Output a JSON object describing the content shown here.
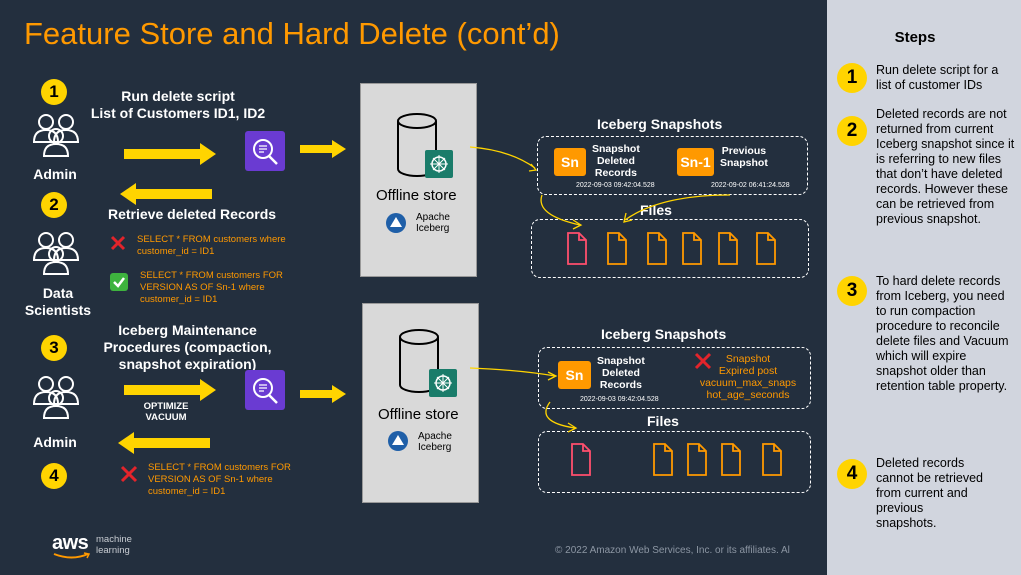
{
  "title": "Feature Store and Hard Delete (cont’d)",
  "footer": "© 2022 Amazon Web Services, Inc. or its affiliates. Al",
  "aws_logo": {
    "brand": "aws",
    "line1": "machine",
    "line2": "learning"
  },
  "colors": {
    "background": "#232f3e",
    "accent": "#ff9900",
    "badge": "#ffd400",
    "deleted": "#ff4f6d",
    "sidebar": "#d1d5de"
  },
  "left": {
    "n1": "1",
    "n2": "2",
    "n3": "3",
    "n4": "4",
    "admin1": "Admin",
    "data_sci_1": "Data",
    "data_sci_2": "Scientists",
    "admin2": "Admin"
  },
  "top": {
    "run_delete_1": "Run delete script",
    "run_delete_2": "List of Customers ID1, ID2",
    "retrieve": "Retrieve deleted Records",
    "sql_fail_1": "SELECT * FROM customers where",
    "sql_fail_2": "customer_id = ID1",
    "sql_ok_1": "SELECT * FROM customers FOR",
    "sql_ok_2": "VERSION AS OF Sn-1 where",
    "sql_ok_3": "customer_id = ID1",
    "store": "Offline store",
    "ice_1": "Apache",
    "ice_2": "Iceberg",
    "snapshots_title": "Iceberg Snapshots",
    "sn": "Sn",
    "sn_name_1": "Snapshot",
    "sn_name_2": "Deleted",
    "sn_name_3": "Records",
    "sn_ts": "2022-09-03 09:42:04.528",
    "sn1": "Sn-1",
    "sn1_name_1": "Previous",
    "sn1_name_2": "Snapshot",
    "sn1_ts": "2022-09-02 06:41:24.528",
    "files_title": "Files"
  },
  "bottom": {
    "maint_1": "Iceberg Maintenance",
    "maint_2": "Procedures (compaction,",
    "maint_3": "snapshot expiration)",
    "optimize_1": "OPTIMIZE",
    "optimize_2": "VACUUM",
    "sql_1": "SELECT * FROM customers FOR",
    "sql_2": "VERSION AS OF Sn-1 where",
    "sql_3": "customer_id = ID1",
    "store": "Offline store",
    "ice_1": "Apache",
    "ice_2": "Iceberg",
    "snapshots_title": "Iceberg Snapshots",
    "sn": "Sn",
    "sn_name_1": "Snapshot",
    "sn_name_2": "Deleted",
    "sn_name_3": "Records",
    "sn_ts": "2022-09-03 09:42:04.528",
    "expired_1": "Snapshot",
    "expired_2": "Expired post",
    "expired_3": "vacuum_max_snaps",
    "expired_4": "hot_age_seconds",
    "files_title": "Files"
  },
  "steps": {
    "title": "Steps",
    "items": [
      {
        "n": "1",
        "text": "Run delete script for a list of customer IDs"
      },
      {
        "n": "2",
        "text": "Deleted records are not returned from current Iceberg snapshot since it is referring to new files that don’t have deleted records. However these can be retrieved from previous snapshot."
      },
      {
        "n": "3",
        "text": "To hard delete records from Iceberg, you need to run compaction procedure to reconcile delete files and Vacuum which will expire snapshot older than retention table property."
      },
      {
        "n": "4",
        "text": "Deleted records cannot be retrieved from current and previous snapshots."
      }
    ]
  }
}
